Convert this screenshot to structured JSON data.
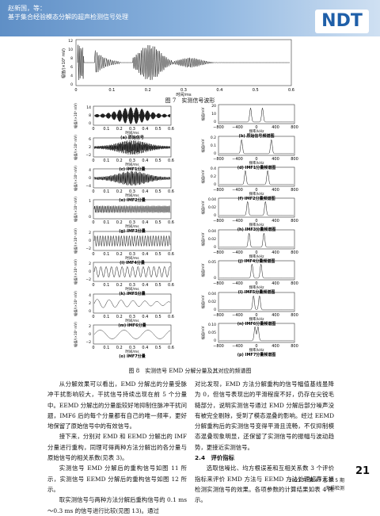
{
  "header": {
    "authors": "赵新国，等：",
    "title": "基于集合经验模态分解的超声检测信号处理",
    "logo": "NDT"
  },
  "fig7": {
    "caption": "图 7　实测信号波形",
    "ylabel": "幅值/(×10³ mV)",
    "xlabel": "时间/ms",
    "xticks": [
      "0",
      "0.1",
      "0.2",
      "0.3",
      "0.4",
      "0.5",
      "0.6"
    ],
    "yticks": [
      "12",
      "10",
      "8",
      "6",
      "4",
      "0"
    ]
  },
  "fig8": {
    "caption": "图 8　实测信号 EMD 分解分量及其对应的频谱图",
    "time_xlabel": "时间/ms",
    "freq_xlabel": "频率/kHz",
    "time_xticks": [
      "0",
      "0.1",
      "0.2",
      "0.3",
      "0.4",
      "0.5",
      "0.6"
    ],
    "freq_xticks": [
      "−800",
      "−400",
      "0",
      "400",
      "800"
    ],
    "left": [
      {
        "ylabel": "幅值/(×10³ mV)",
        "yticks": [
          "14",
          "8",
          "0"
        ],
        "caption": "(a) 原始信号"
      },
      {
        "ylabel": "幅值/(×10³ mV)",
        "yticks": [
          "6",
          "2",
          "−2"
        ],
        "caption": "(c) IMF1分量"
      },
      {
        "ylabel": "幅值/(×10³ mV)",
        "yticks": [
          "4",
          "0",
          "−4"
        ],
        "caption": "(e) IMF2分量"
      },
      {
        "ylabel": "幅值/(×10³ mV)",
        "yticks": [
          "1",
          "0"
        ],
        "caption": "(g) IMF3分量"
      },
      {
        "ylabel": "幅值/(×10³ mV)",
        "yticks": [
          "2",
          "0",
          "−2"
        ],
        "caption": "(i) IMF4分量"
      },
      {
        "ylabel": "幅值/(×10³ mV)",
        "yticks": [
          "2",
          "0",
          "−2"
        ],
        "caption": "(k) IMF5分量"
      },
      {
        "ylabel": "幅值/(×10³ mV)",
        "yticks": [
          "4",
          "2",
          "0"
        ],
        "caption": "(m) IMF6分量"
      },
      {
        "ylabel": "幅值/(×10³ mV)",
        "yticks": [
          "2",
          "0",
          "−2"
        ],
        "caption": "(o) IMF7分量"
      }
    ],
    "right": [
      {
        "ylabel": "幅值/mV",
        "yticks": [
          "20",
          "10",
          "0"
        ],
        "caption": "(b) 原始信号频谱图"
      },
      {
        "ylabel": "幅值/mV",
        "yticks": [
          "0.2",
          "0.1",
          "0"
        ],
        "caption": "(d) IMF1分量频谱图"
      },
      {
        "ylabel": "幅值/mV",
        "yticks": [
          "0.4",
          "0.2",
          "0"
        ],
        "caption": "(f) IMF2分量频谱图"
      },
      {
        "ylabel": "幅值/mV",
        "yticks": [
          "0.04",
          "0.02",
          "0"
        ],
        "caption": "(h) IMF3分量频谱图"
      },
      {
        "ylabel": "幅值/mV",
        "yticks": [
          "0.04",
          "0.02",
          "0"
        ],
        "caption": "(j) IMF4分量频谱图"
      },
      {
        "ylabel": "幅值/mV",
        "yticks": [
          "0.05",
          "0"
        ],
        "caption": "(l) IMF5分量频谱图"
      },
      {
        "ylabel": "幅值/mV",
        "yticks": [
          "0.04",
          "0.02",
          "0"
        ],
        "caption": "(n) IMF6分量频谱图"
      },
      {
        "ylabel": "幅值/mV",
        "yticks": [
          "0.10",
          "0.05",
          "0"
        ],
        "caption": "(p) IMF7分量频谱图"
      }
    ]
  },
  "left_col": [
    "从分解效果可以看出，EMD 分解出的分量受脉冲干扰影响较大，干扰信号持续出现在前 5 个分量中。EEMD 分解出的分量能较好地抑制住脉冲干扰问题，IMF6 后的每个分量都有自己的唯一频率，更好地保留了原始信号中的有效信号。",
    "接下来，分别对 EMD 和 EEMD 分解出的 IMF 分量进行重构，同理可得两种方法分解出的各分量与原始信号的相关系数(见表 3)。",
    "实测信号 EMD 分解后的重构信号如图 11 所示，实测信号 EEMD 分解后的重构信号如图 12 所示。",
    "取实测信号与两种方法分解后重构信号的 0.1 ms～0.3 ms 的信号进行比较(见图 13)。通过"
  ],
  "right_col": {
    "p1": "对比发现，EMD 方法分解重构的信号幅值基线虽降为 0，但信号表现出的平滑程度不好，仍存在尖锐毛糙部分，说明实测信号通过 EMD 分解后部分噪声没有被完全剔除，受到了模态混叠的影响。经过 EEMD 分解重构后的实测信号变得平滑且流畅，不仅抑制模态混叠现象明显，还保留了实测信号的振幅与波动趋势，更接近实测信号。",
    "heading": "2.4　评价指标",
    "p2": "选取信噪比、均方根误差和互相关系数 3 个评价指标来评价 EMD 方法与 EEMD 方法处理超声无损检测实测信号的效果。各项参数的计算结果如表 4 所示。"
  },
  "footer": {
    "issue": "2021 年 第 43 卷 第 5 期",
    "journal": "无损检测",
    "page": "21"
  }
}
